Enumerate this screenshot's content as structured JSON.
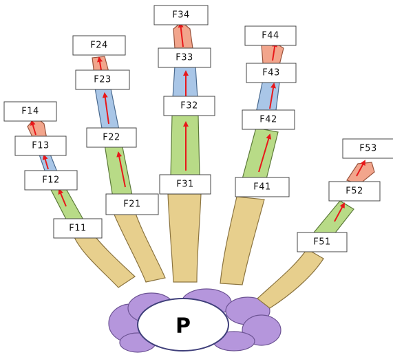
{
  "palm": {
    "label": "P"
  },
  "colors": {
    "metacarpal": "#e7cf8d",
    "proximal_phalanx": "#b8db87",
    "middle_phalanx": "#a9c6e7",
    "distal_phalanx": "#f2a58c",
    "carpal": "#b596dc",
    "arrow": "#e8181a"
  },
  "labels": {
    "F11": "F11",
    "F12": "F12",
    "F13": "F13",
    "F14": "F14",
    "F21": "F21",
    "F22": "F22",
    "F23": "F23",
    "F24": "F24",
    "F31": "F31",
    "F32": "F32",
    "F33": "F33",
    "F34": "F34",
    "F41": "F41",
    "F42": "F42",
    "F43": "F43",
    "F44": "F44",
    "F51": "F51",
    "F52": "F52",
    "F53": "F53"
  }
}
